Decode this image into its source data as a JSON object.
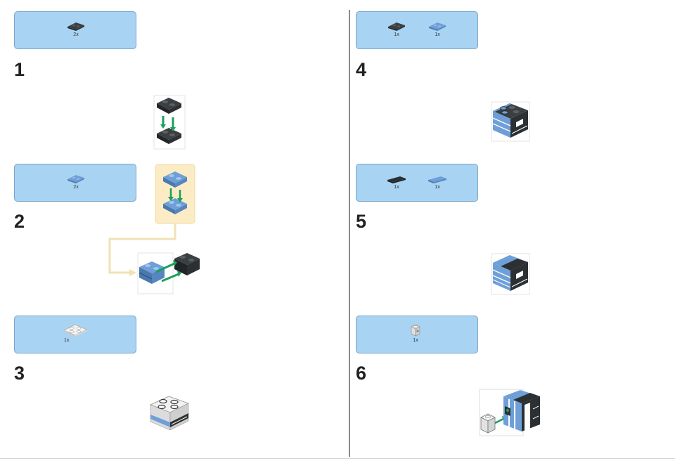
{
  "steps": [
    {
      "number": "1",
      "parts": [
        {
          "qty": "2x",
          "color": "#3a3f42",
          "icon": "plate-2x2-icon"
        }
      ]
    },
    {
      "number": "2",
      "parts": [
        {
          "qty": "2x",
          "color": "#6f9fd8",
          "icon": "plate-2x2-icon"
        }
      ]
    },
    {
      "number": "3",
      "parts": [
        {
          "qty": "1x",
          "color": "#f2f2f2",
          "icon": "plate-2x2-icon"
        }
      ]
    },
    {
      "number": "4",
      "parts": [
        {
          "qty": "1x",
          "color": "#3a3f42",
          "icon": "plate-2x2-icon"
        },
        {
          "qty": "1x",
          "color": "#6f9fd8",
          "icon": "plate-2x2-icon"
        }
      ]
    },
    {
      "number": "5",
      "parts": [
        {
          "qty": "1x",
          "color": "#2c3032",
          "icon": "tile-1x2-icon"
        },
        {
          "qty": "1x",
          "color": "#6f9fd8",
          "icon": "tile-1x2-icon"
        }
      ]
    },
    {
      "number": "6",
      "parts": [
        {
          "qty": "1x",
          "color": "#e8e8e8",
          "icon": "brick-1x1-icon"
        }
      ]
    }
  ],
  "colors": {
    "callout_bg": "#a9d3f3",
    "callout_border": "#7aa6c8",
    "substep_bg": "#fbecc6",
    "arrow": "#19a05a",
    "divider": "#8a8a8a"
  }
}
